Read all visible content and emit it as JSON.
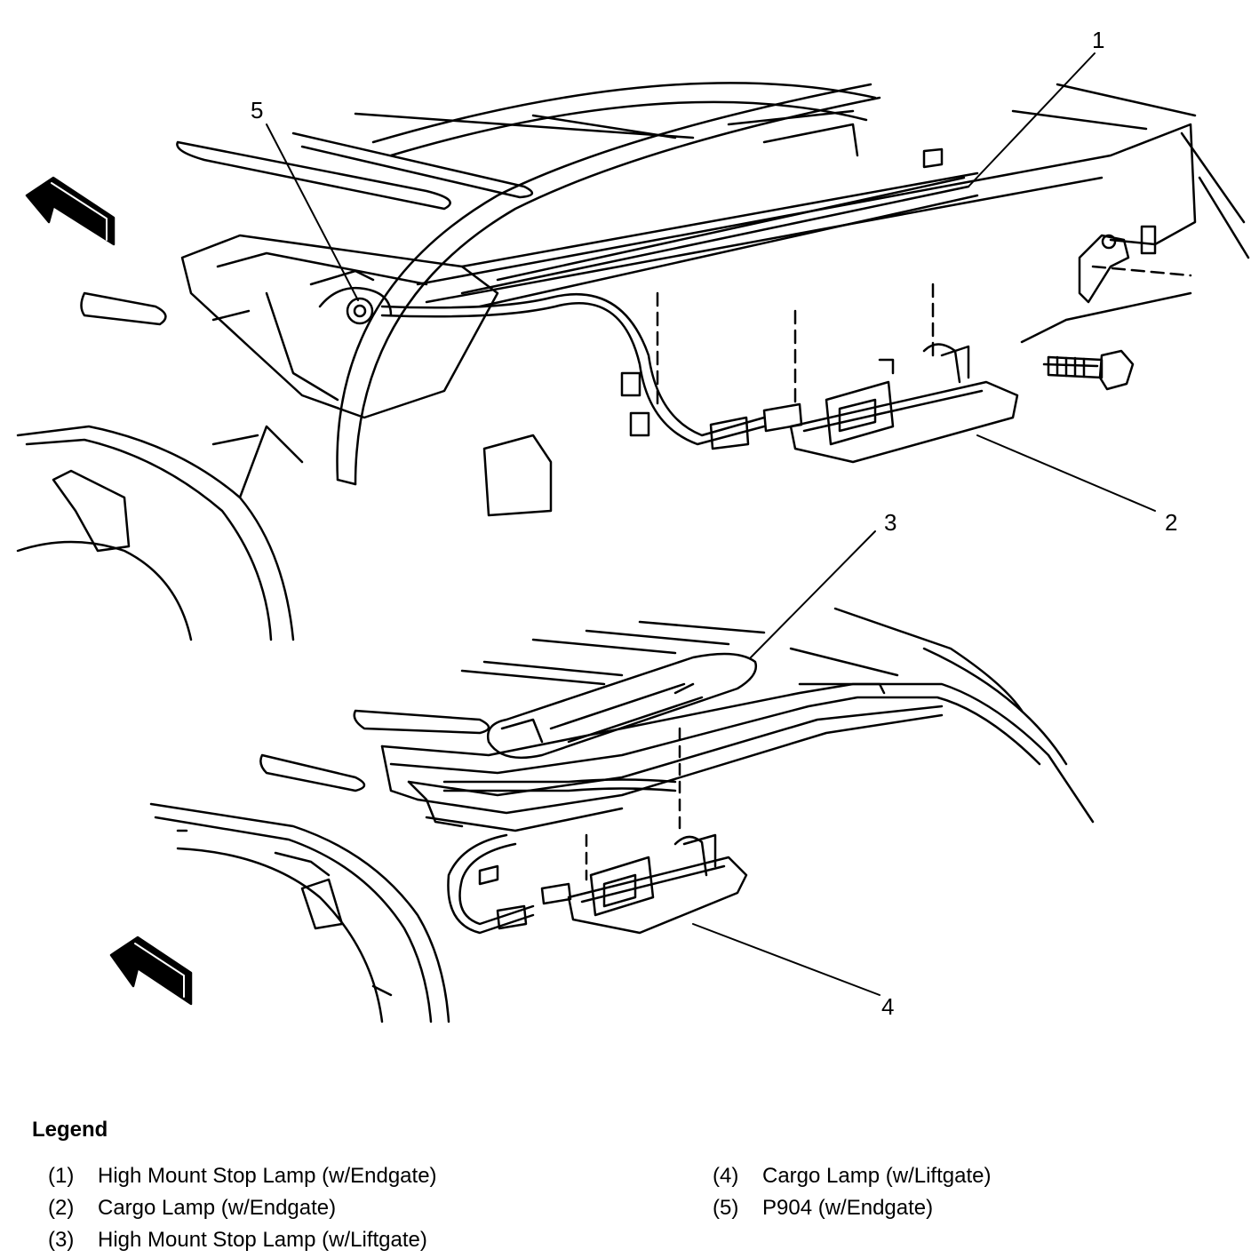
{
  "callouts": [
    "1",
    "2",
    "3",
    "4",
    "5"
  ],
  "legend": {
    "title": "Legend",
    "items": [
      {
        "num": "(1)",
        "text": "High Mount Stop Lamp (w/Endgate)"
      },
      {
        "num": "(2)",
        "text": "Cargo Lamp (w/Endgate)"
      },
      {
        "num": "(3)",
        "text": "High Mount Stop Lamp (w/Liftgate)"
      },
      {
        "num": "(4)",
        "text": "Cargo Lamp (w/Liftgate)"
      },
      {
        "num": "(5)",
        "text": "P904 (w/Endgate)"
      }
    ]
  },
  "colors": {
    "line": "#000000",
    "background": "#ffffff"
  },
  "icons": [
    "forward-arrow-icon",
    "bolt-icon"
  ]
}
